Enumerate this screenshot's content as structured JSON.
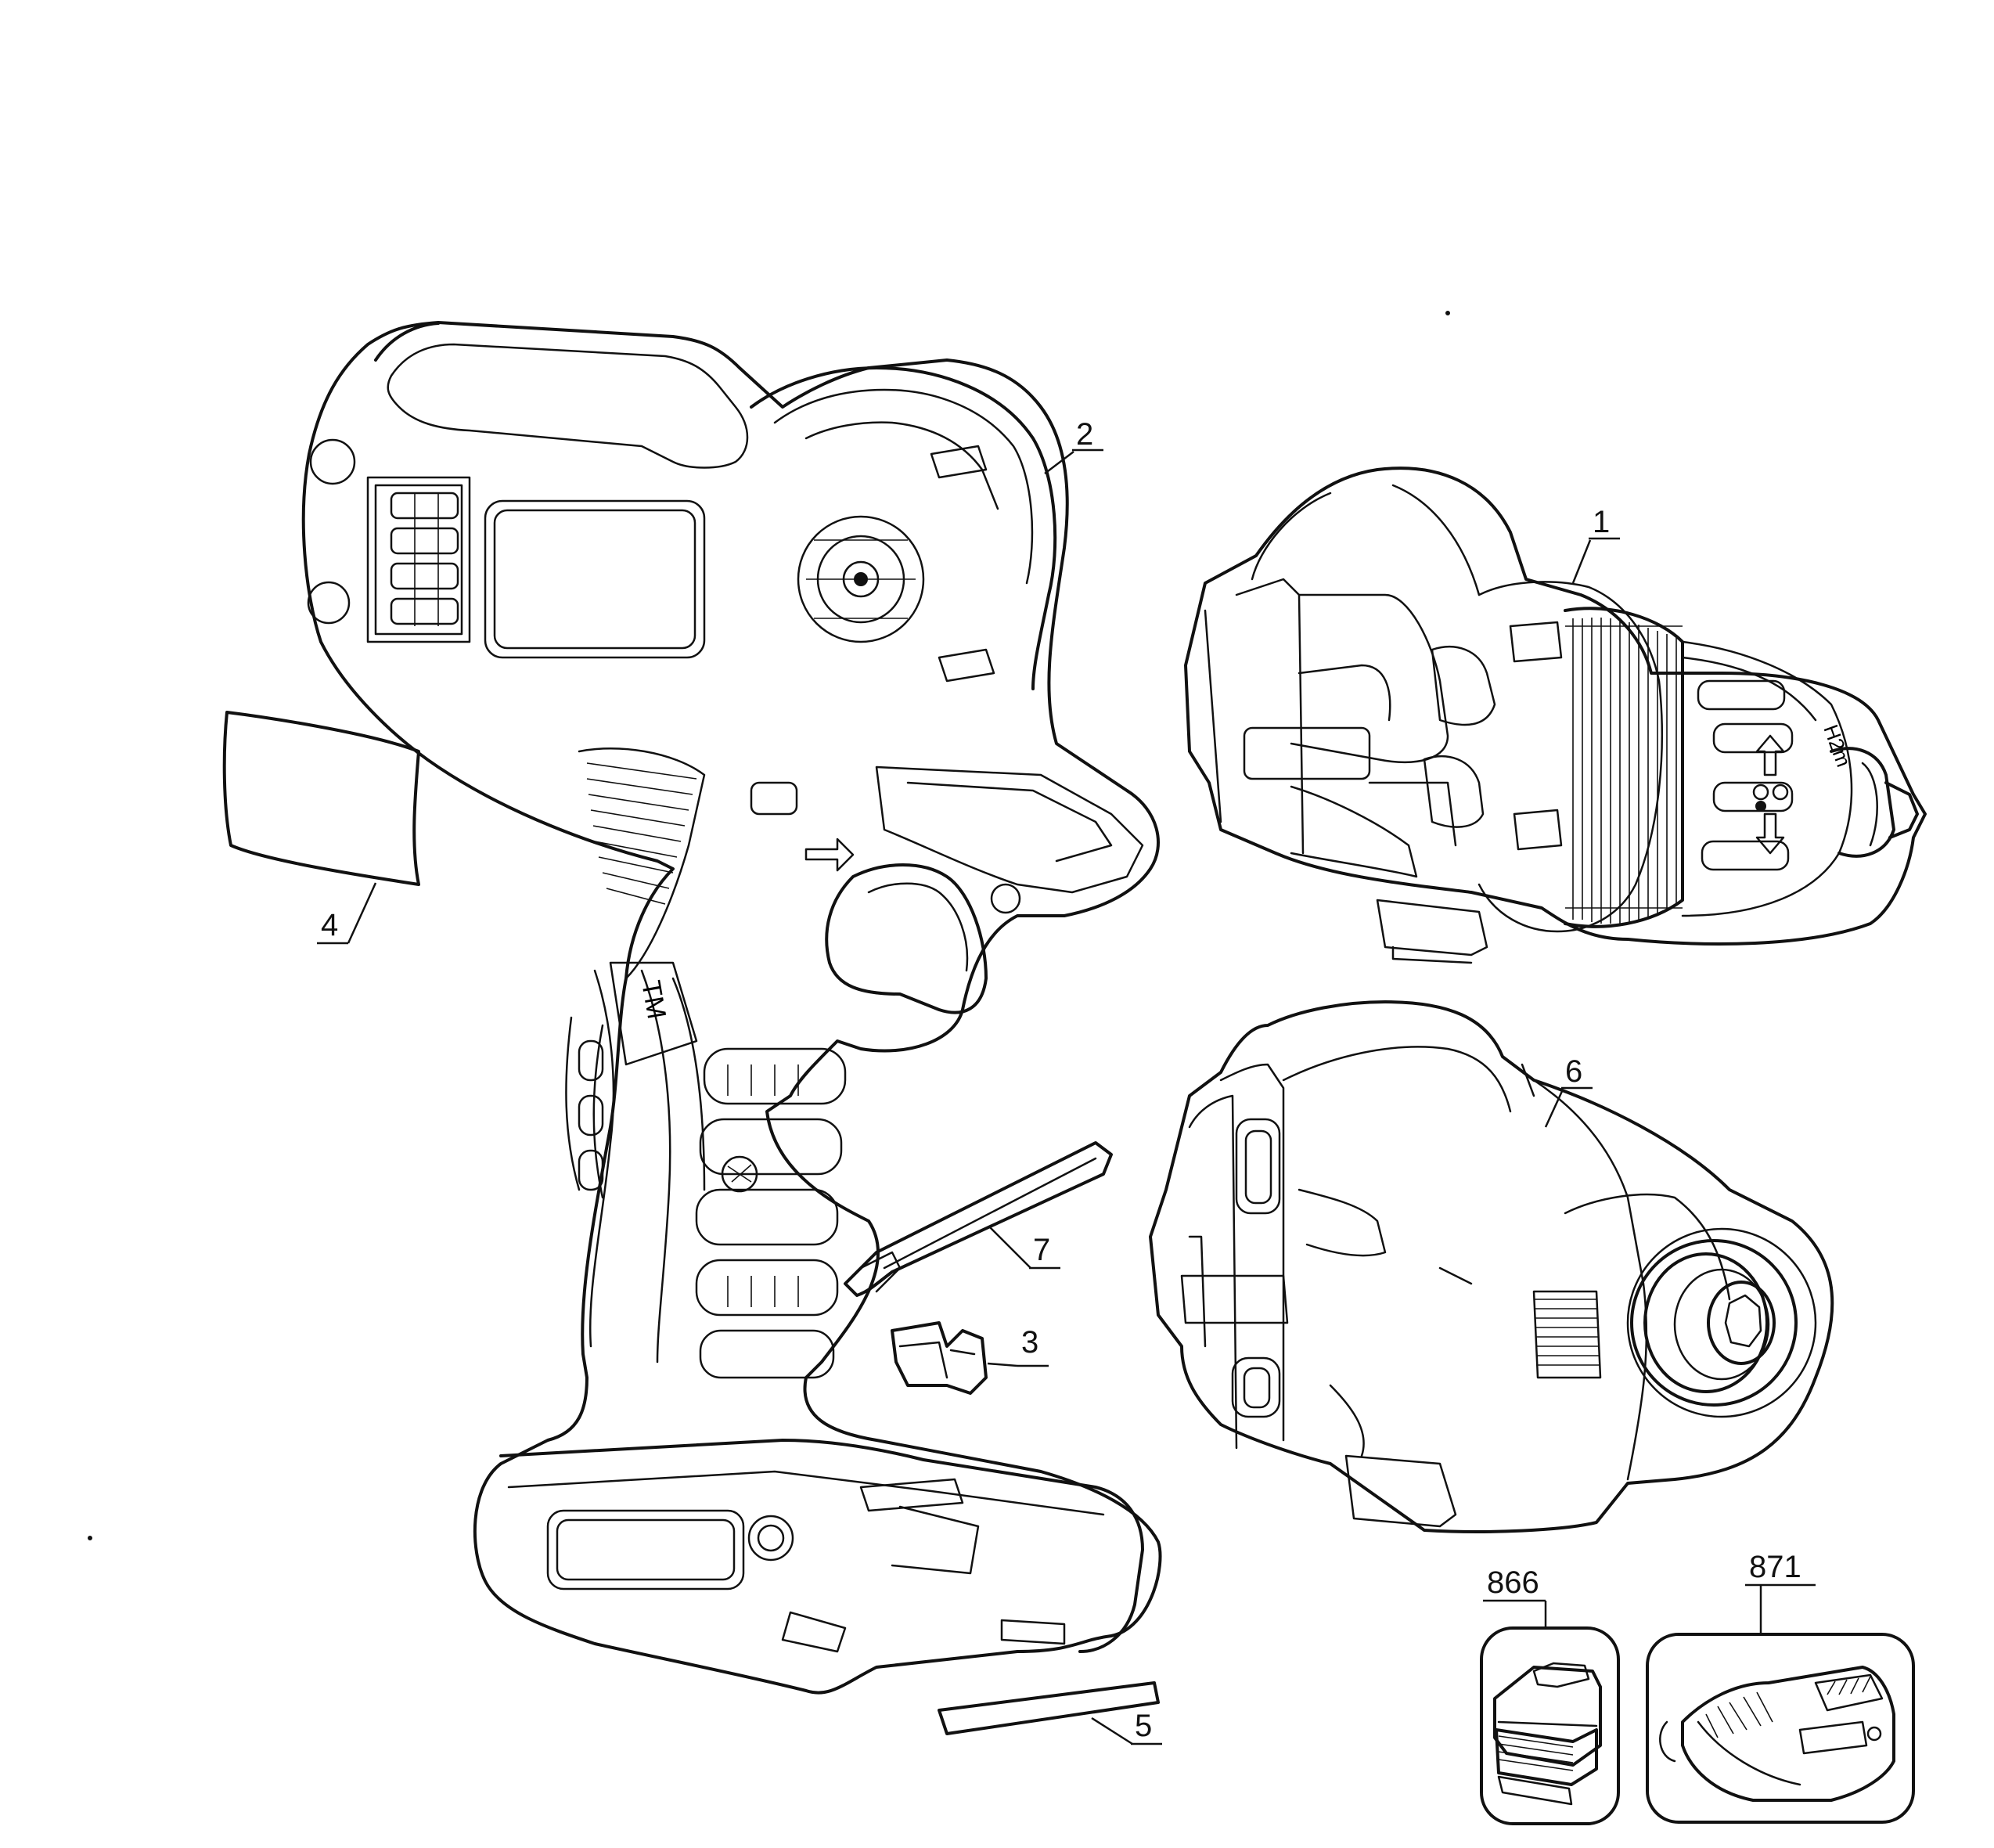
{
  "callouts": [
    {
      "id": "1",
      "label": "1"
    },
    {
      "id": "2",
      "label": "2"
    },
    {
      "id": "3",
      "label": "3"
    },
    {
      "id": "4",
      "label": "4"
    },
    {
      "id": "5",
      "label": "5"
    },
    {
      "id": "6",
      "label": "6"
    },
    {
      "id": "7",
      "label": "7"
    },
    {
      "id": "866",
      "label": "866"
    },
    {
      "id": "871",
      "label": "871"
    }
  ],
  "colors": {
    "line": "#111111",
    "background": "#ffffff"
  }
}
